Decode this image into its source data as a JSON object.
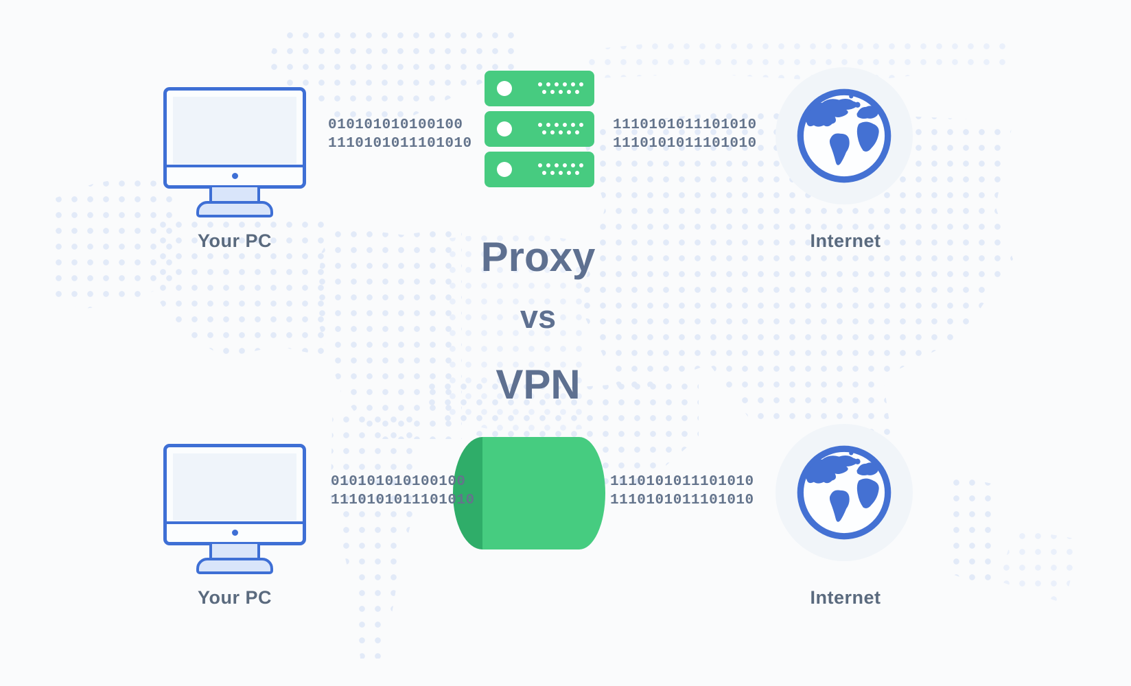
{
  "title": {
    "proxy": "Proxy",
    "vs": "vs",
    "vpn": "VPN"
  },
  "proxy_row": {
    "pc_label": "Your PC",
    "internet_label": "Internet",
    "outgoing_binary": [
      "010101010100100",
      "1110101011101010"
    ],
    "incoming_binary": [
      "1110101011101010",
      "1110101011101010"
    ]
  },
  "vpn_row": {
    "pc_label": "Your PC",
    "internet_label": "Internet",
    "outgoing_binary": [
      "010101010100100",
      "1110101011101010"
    ],
    "incoming_binary": [
      "1110101011101010",
      "1110101011101010"
    ]
  },
  "icons": {
    "pc": "monitor-icon",
    "proxy": "server-stack-icon",
    "vpn": "tunnel-icon",
    "internet": "globe-icon",
    "background": "world-map-dots"
  },
  "colors": {
    "background": "#FAFBFC",
    "map_dot": "#E2EAF8",
    "accent_green": "#47CB80",
    "tunnel_green": "#46CC80",
    "tunnel_opening_green": "#2FAD69",
    "device_blue": "#3E6FD5",
    "stand_fill_blue": "#D9E5FA",
    "globe_blue": "#4471D3",
    "binary_text": "#64748C",
    "label_text": "#5A6A7E",
    "title_text": "#5E7090"
  }
}
